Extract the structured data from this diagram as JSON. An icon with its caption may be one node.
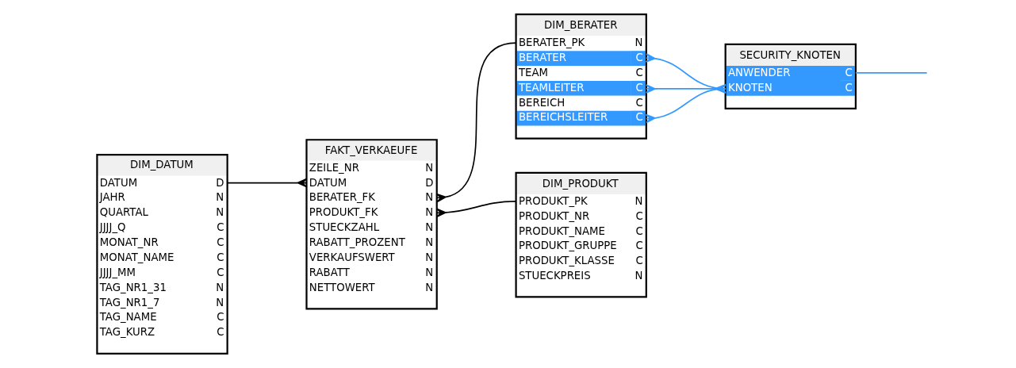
{
  "diagram": {
    "nodes": [
      {
        "text": [
          "DIM_DATUM",
          "DATUM",
          "D",
          "JAHR",
          "N",
          "QUARTAL",
          "N",
          "JJJJ_Q",
          "C",
          "MONAT_NR",
          "C",
          "MONAT_NAME",
          "C",
          "JJJJ_MM",
          "C",
          "TAG_NR1_31",
          "N",
          "TAG_NR1_7",
          "N",
          "TAG_NAME",
          "C",
          "TAG_KURZ",
          "C"
        ]
      },
      {
        "text": [
          "FAKT_VERKAEUFE",
          "ZEILE_NR",
          "N",
          "DATUM",
          "D",
          "BERATER_FK",
          "N",
          "PRODUKT_FK",
          "N",
          "STUECKZAHL",
          "N",
          "RABATT_PROZENT",
          "N",
          "VERKAUFSWERT",
          "N",
          "RABATT",
          "N",
          "NETTOWERT",
          "N"
        ]
      },
      {
        "text": [
          "DIM_BERATER",
          "BERATER_PK",
          "N",
          "BERATER",
          "C",
          "TEAM",
          "C",
          "TEAMLEITER",
          "C",
          "BEREICH",
          "C",
          "BEREICHSLEITER",
          "C"
        ]
      },
      {
        "text": [
          "SECURITY_KNOTEN",
          "ANWENDER",
          "C",
          "KNOTEN",
          "C"
        ]
      },
      {
        "text": [
          "DIM_PRODUKT",
          "PRODUKT_PK",
          "N",
          "PRODUKT_NR",
          "C",
          "PRODUKT_NAME",
          "C",
          "PRODUKT_GRUPPE",
          "C",
          "PRODUKT_KLASSE",
          "C",
          "STUECKPREIS",
          "N"
        ]
      }
    ],
    "edges": [
      {
        "from": 0,
        "to": 1,
        "arrow": "other",
        "color": "#000000"
      },
      {
        "from": 2,
        "to": 1,
        "arrow": "other",
        "color": "#000000"
      },
      {
        "from": 4,
        "to": 1,
        "arrow": "other",
        "color": "#000000"
      },
      {
        "from": 3,
        "to": 2,
        "arrow": "other",
        "color": "#3399ff"
      },
      {
        "from": 3,
        "to": 2,
        "arrow": "other",
        "color": "#3399ff"
      },
      {
        "from": 3,
        "to": 2,
        "arrow": "other",
        "color": "#3399ff"
      },
      {
        "from": 3,
        "to": null,
        "arrow": "none",
        "color": "#3399ff"
      }
    ]
  }
}
